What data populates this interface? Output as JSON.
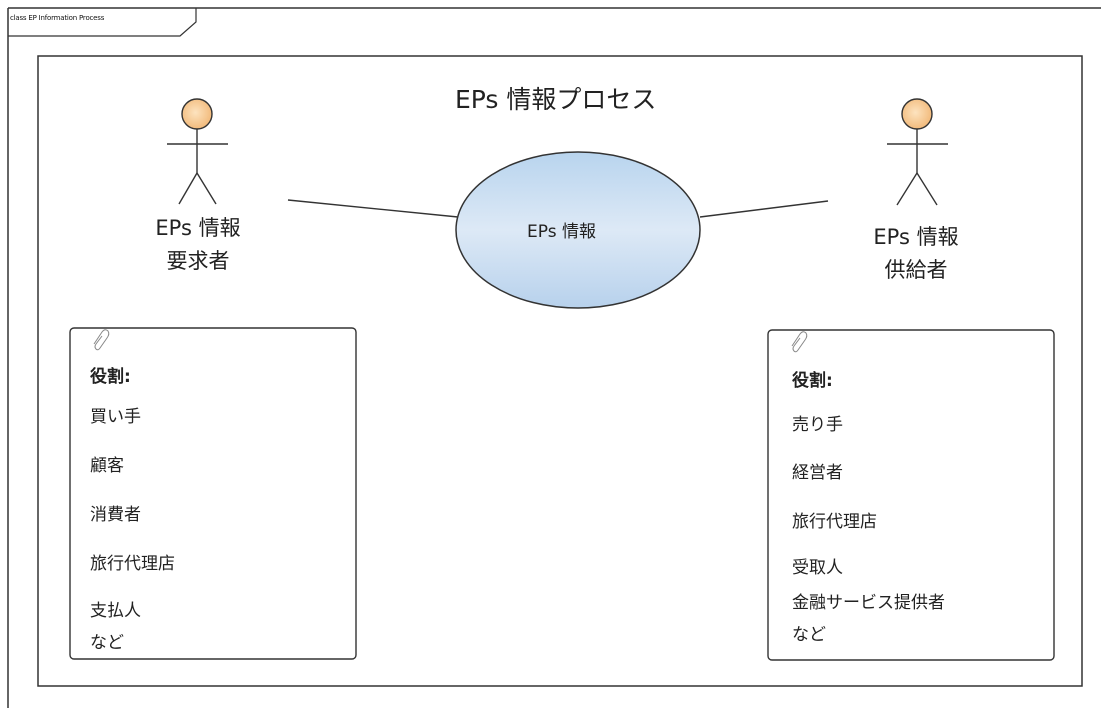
{
  "frame": {
    "label": "class EP Information Process"
  },
  "boundary": {
    "title": "EPs 情報プロセス"
  },
  "actors": [
    {
      "id": "requester",
      "line1": "EPs 情報",
      "line2": "要求者"
    },
    {
      "id": "provider",
      "line1": "EPs 情報",
      "line2": "供給者"
    }
  ],
  "usecase": {
    "label": "EPs 情報"
  },
  "notes": [
    {
      "heading": "役割:",
      "items": [
        "買い手",
        "顧客",
        "消費者",
        "旅行代理店",
        "支払人",
        "など"
      ]
    },
    {
      "heading": "役割:",
      "items": [
        "売り手",
        "経営者",
        "旅行代理店",
        "受取人",
        "金融サービス提供者",
        "など"
      ]
    }
  ]
}
